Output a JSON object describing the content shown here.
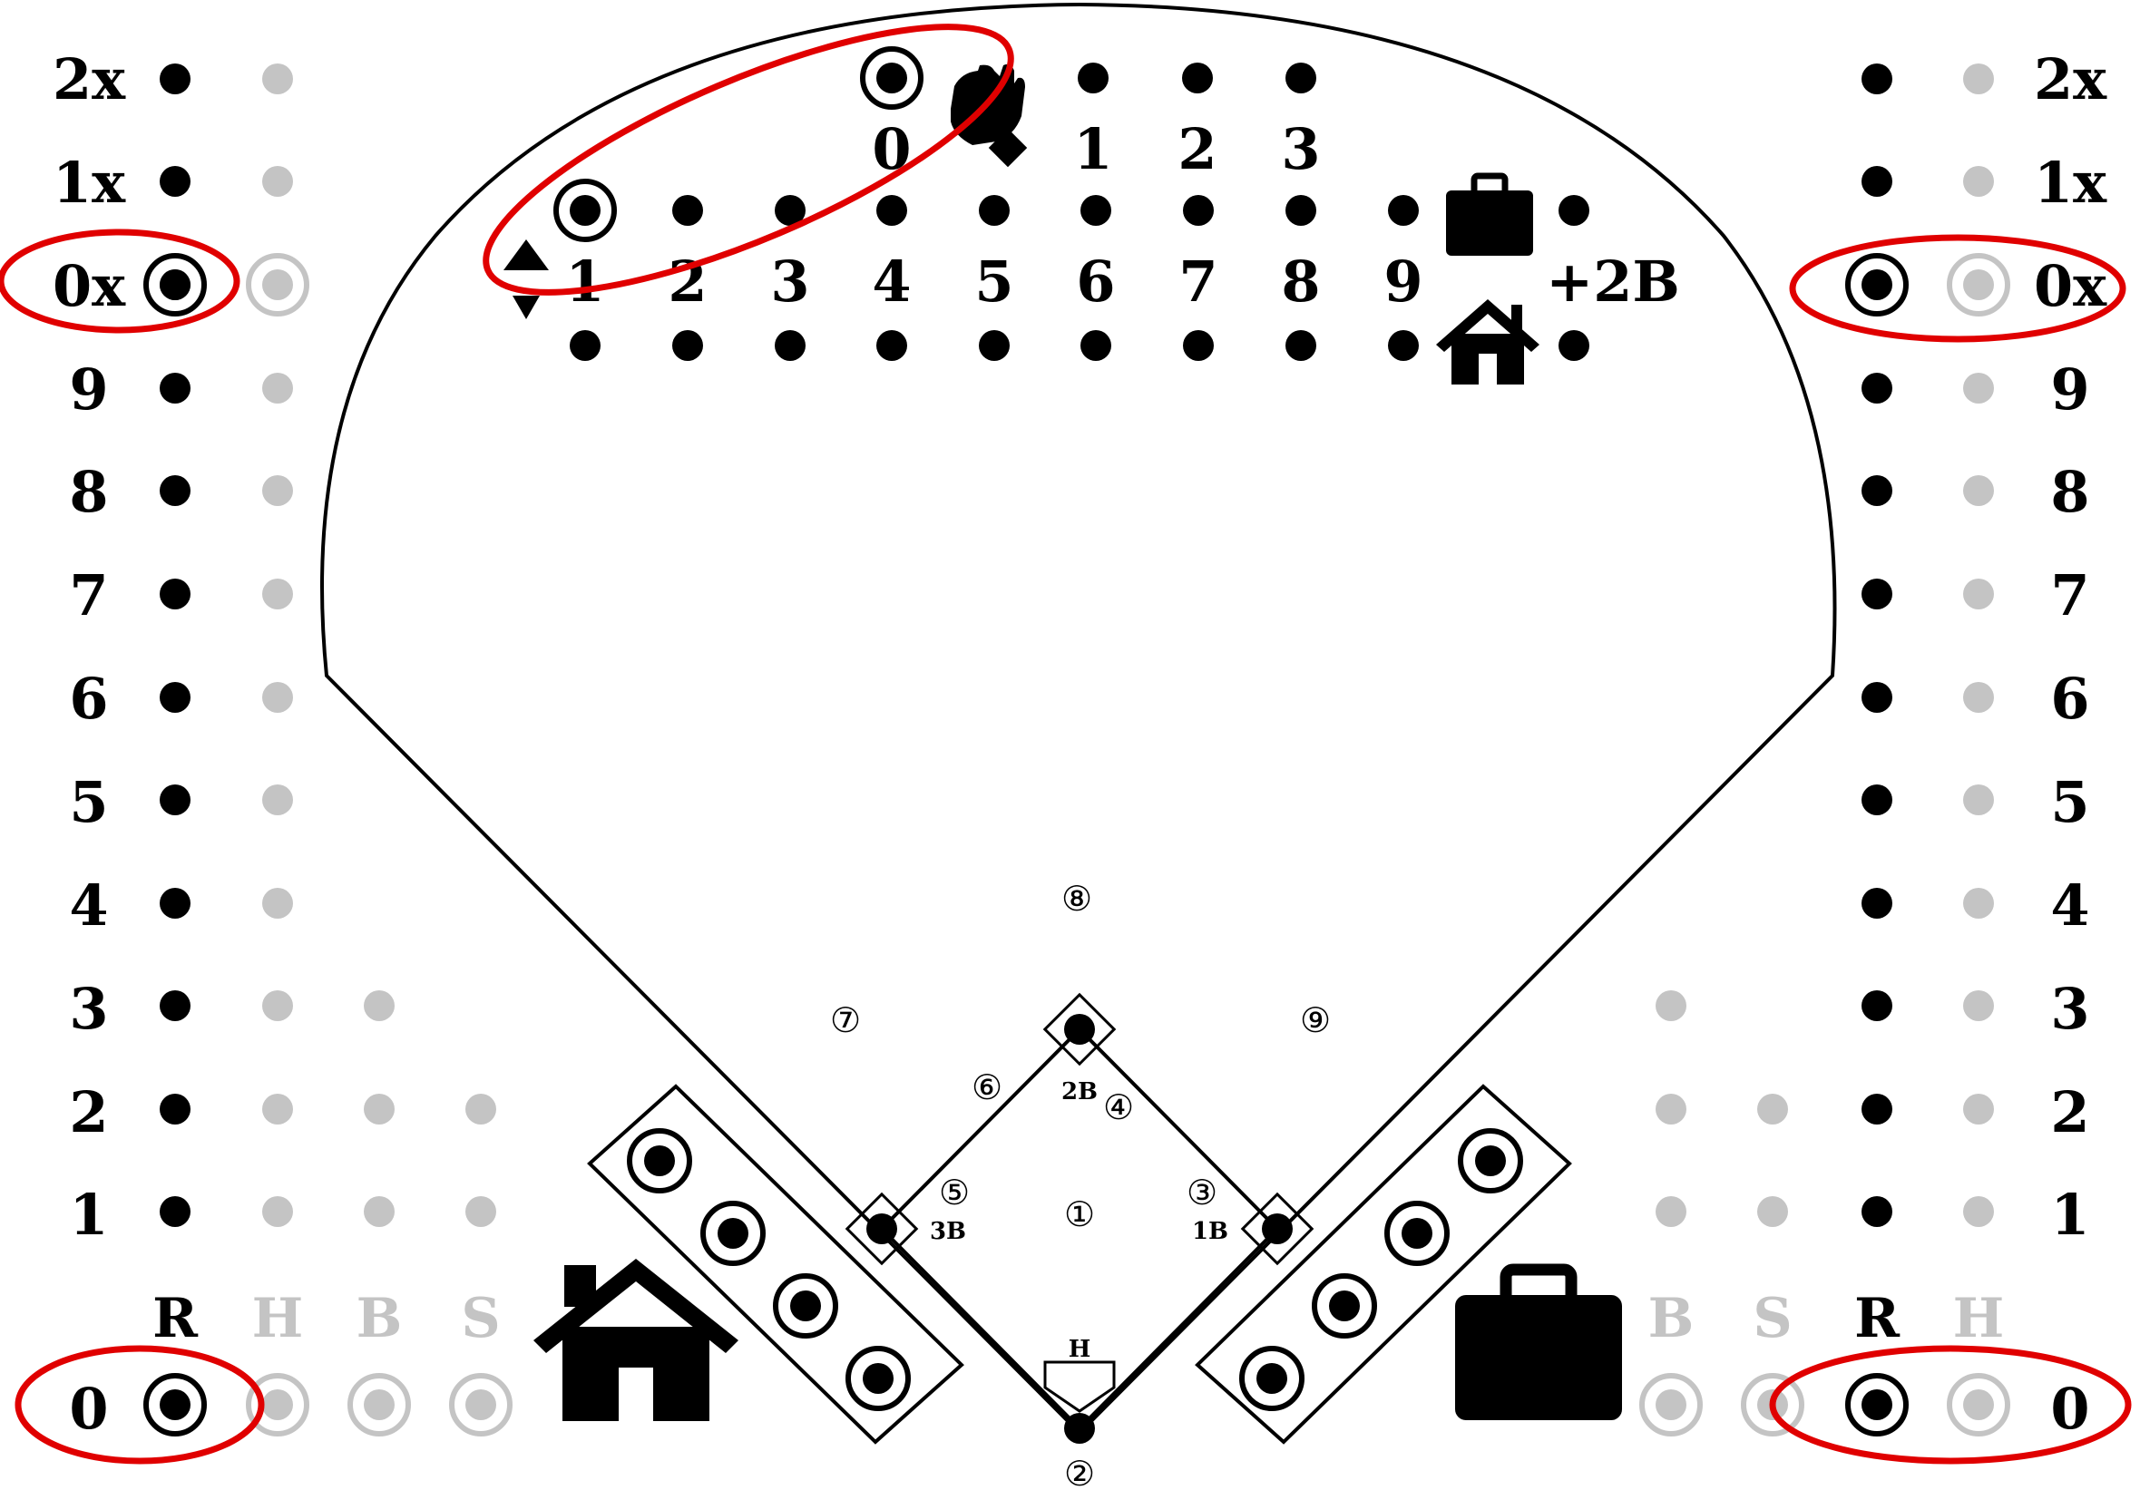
{
  "board": {
    "title": "",
    "colors": {
      "peg": "#000000",
      "inactive_peg": "#c4c4c4",
      "highlight_ring": "#e00000",
      "line": "#000000"
    },
    "left_runs_column": {
      "labels": [
        "2x",
        "1x",
        "0x",
        "9",
        "8",
        "7",
        "6",
        "5",
        "4",
        "3",
        "2",
        "1",
        "0"
      ],
      "header_labels": [
        "R",
        "H",
        "B",
        "S"
      ],
      "run_marker_label": "0x",
      "run_marker_highlighted": true,
      "zero_marker_highlighted": true,
      "balls_rows": 3,
      "strikes_rows": 2
    },
    "right_runs_column": {
      "labels": [
        "2x",
        "1x",
        "0x",
        "9",
        "8",
        "7",
        "6",
        "5",
        "4",
        "3",
        "2",
        "1",
        "0"
      ],
      "header_labels": [
        "B",
        "S",
        "R",
        "H"
      ],
      "run_marker_label": "0x",
      "run_marker_highlighted": true,
      "zero_marker_highlighted": true
    },
    "outs_track": {
      "labels": [
        "0",
        "1",
        "2",
        "3"
      ],
      "current": "0",
      "icon": "glove-icon",
      "highlighted": true
    },
    "inning_track": {
      "labels": [
        "1",
        "2",
        "3",
        "4",
        "5",
        "6",
        "7",
        "8",
        "9",
        "+2B"
      ],
      "current": "1",
      "half_inning_icon": "top-bottom-arrows-icon",
      "visitor_icon": "briefcase-icon",
      "home_icon": "house-icon",
      "highlighted": true
    },
    "field": {
      "base_labels": [
        "2B",
        "1B",
        "3B",
        "H"
      ],
      "position_numbers": [
        "①",
        "②",
        "③",
        "④",
        "⑤",
        "⑥",
        "⑦",
        "⑧",
        "⑨"
      ]
    },
    "home_team": {
      "icon": "house-icon",
      "batter_slots": 4
    },
    "visitor_team": {
      "icon": "briefcase-icon",
      "batter_slots": 4
    }
  }
}
